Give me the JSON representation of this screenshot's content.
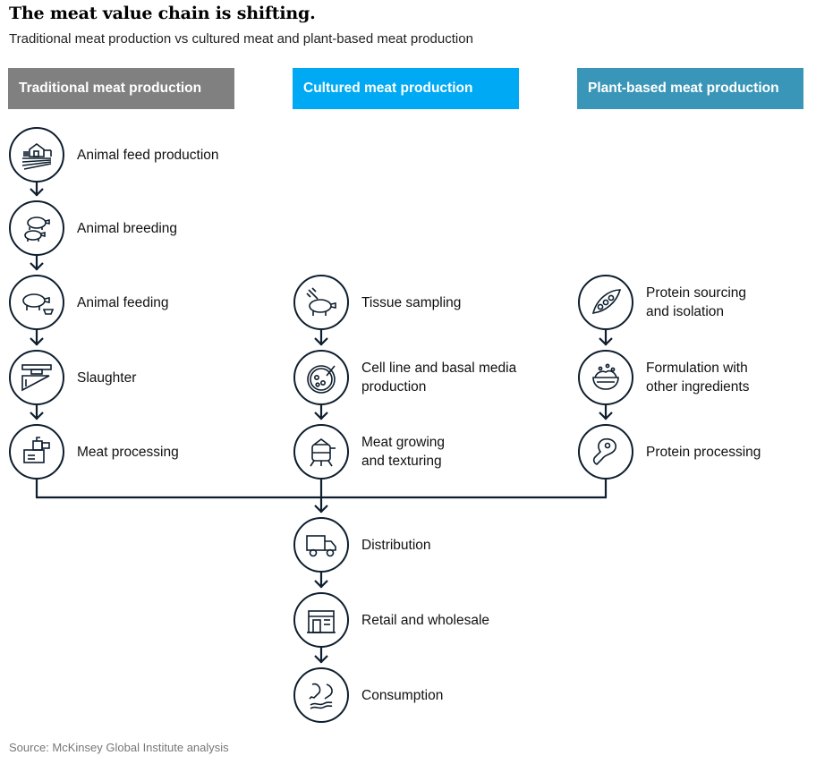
{
  "title": "The meat value chain is shifting.",
  "subtitle": "Traditional meat production vs cultured meat and plant-based meat production",
  "columns": [
    {
      "label": "Traditional meat production",
      "color": "#808080"
    },
    {
      "label": "Cultured meat production",
      "color": "#00a9f4"
    },
    {
      "label": "Plant-based  meat production",
      "color": "#3a96b8"
    }
  ],
  "traditional": [
    {
      "label": "Animal feed production",
      "icon": "farm-icon"
    },
    {
      "label": "Animal breeding",
      "icon": "pigs-icon"
    },
    {
      "label": "Animal feeding",
      "icon": "pig-trough-icon"
    },
    {
      "label": "Slaughter",
      "icon": "slaughter-icon"
    },
    {
      "label": "Meat processing",
      "icon": "meat-grinder-icon"
    }
  ],
  "cultured": [
    {
      "label": "Tissue sampling",
      "icon": "pig-syringe-icon"
    },
    {
      "label": "Cell line and basal media\nproduction",
      "icon": "petri-dish-icon"
    },
    {
      "label": "Meat growing\nand texturing",
      "icon": "bioreactor-icon"
    }
  ],
  "plant": [
    {
      "label": "Protein sourcing\nand isolation",
      "icon": "pea-pod-icon"
    },
    {
      "label": "Formulation with\nother ingredients",
      "icon": "bowl-icon"
    },
    {
      "label": "Protein processing",
      "icon": "steak-icon"
    }
  ],
  "shared": [
    {
      "label": "Distribution",
      "icon": "truck-icon"
    },
    {
      "label": "Retail and wholesale",
      "icon": "store-icon"
    },
    {
      "label": "Consumption",
      "icon": "food-icon"
    }
  ],
  "source": "Source: McKinsey Global Institute analysis"
}
